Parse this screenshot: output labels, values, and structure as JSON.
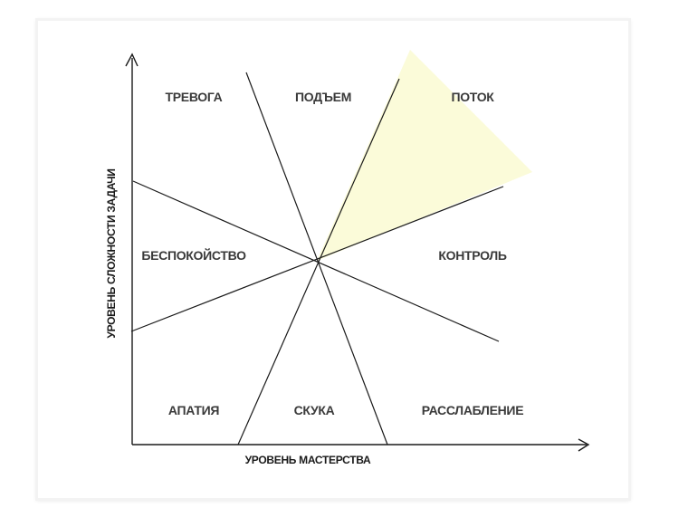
{
  "diagram": {
    "zones": {
      "anxiety": "ТРЕВОГА",
      "arousal": "ПОДЪЕМ",
      "flow": "ПОТОК",
      "worry": "БЕСПОКОЙСТВО",
      "control": "КОНТРОЛЬ",
      "apathy": "АПАТИЯ",
      "boredom": "СКУКА",
      "relaxation": "РАССЛАБЛЕНИЕ"
    },
    "axes": {
      "y_label": "УРОВЕНЬ СЛОЖНОСТИ ЗАДАЧИ",
      "x_label": "УРОВЕНЬ МАСТЕРСТВА"
    },
    "highlight_color": "#fbfbd9",
    "highlighted_zone": "flow"
  }
}
